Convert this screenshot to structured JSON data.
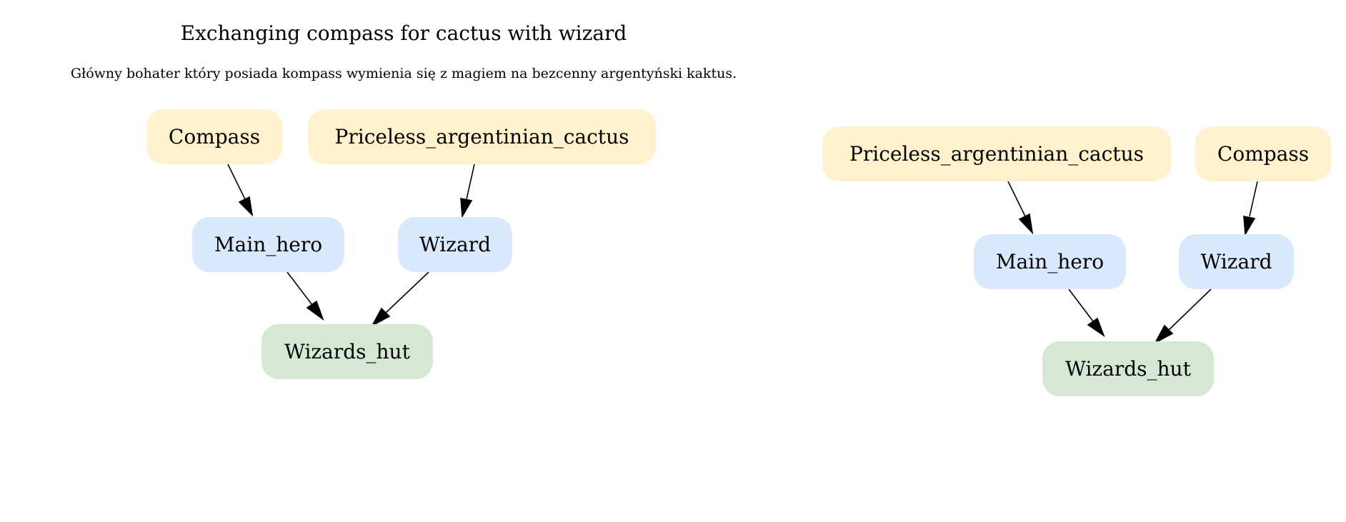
{
  "title": "Exchanging compass for cactus with wizard",
  "subtitle": "Główny bohater który posiada kompass wymienia się z magiem na bezcenny argentyński kaktus.",
  "colors": {
    "item_fill": "#fff2cc",
    "character_fill": "#dae8fc",
    "location_fill": "#d5e8d4",
    "edge": "#000000"
  },
  "before": {
    "compass": "Compass",
    "cactus": "Priceless_argentinian_cactus",
    "main_hero": "Main_hero",
    "wizard": "Wizard",
    "wizards_hut": "Wizards_hut"
  },
  "after": {
    "cactus": "Priceless_argentinian_cactus",
    "compass": "Compass",
    "main_hero": "Main_hero",
    "wizard": "Wizard",
    "wizards_hut": "Wizards_hut"
  }
}
